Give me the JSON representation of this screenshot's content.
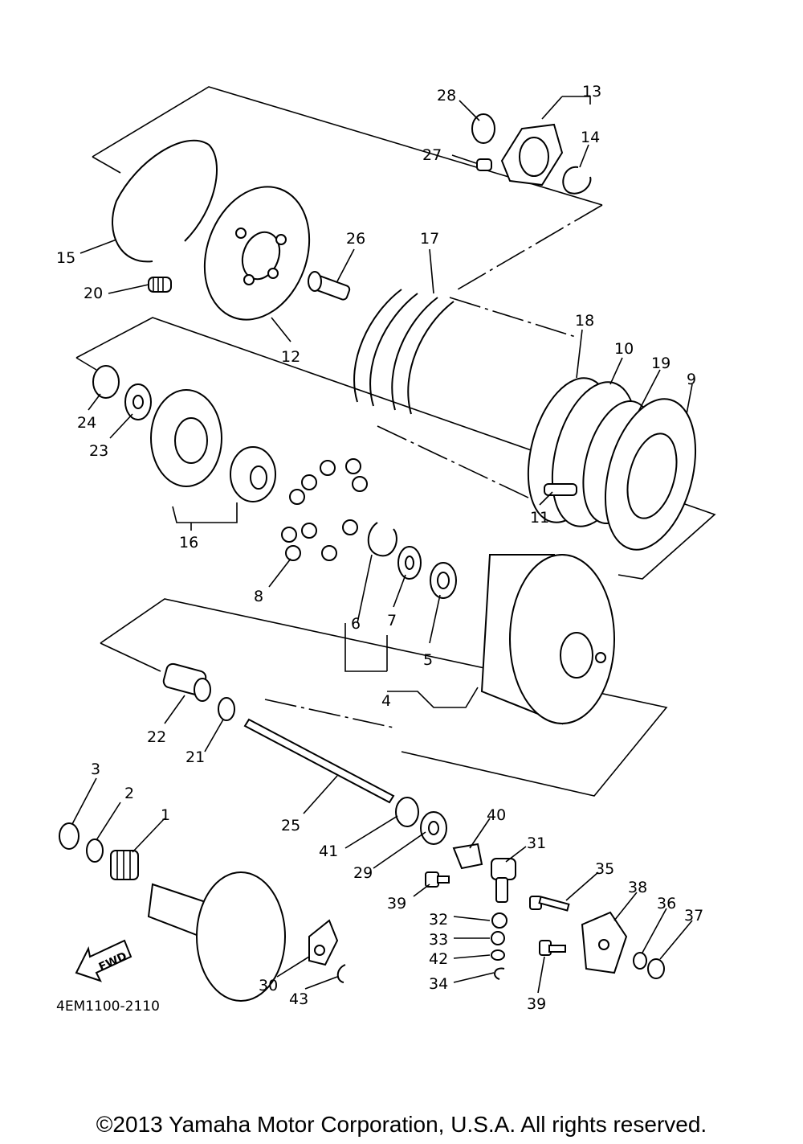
{
  "diagram": {
    "part_labels": [
      "1",
      "2",
      "3",
      "4",
      "5",
      "6",
      "7",
      "8",
      "9",
      "10",
      "11",
      "12",
      "13",
      "14",
      "15",
      "16",
      "17",
      "18",
      "19",
      "20",
      "21",
      "22",
      "23",
      "24",
      "25",
      "26",
      "27",
      "28",
      "29",
      "30",
      "31",
      "32",
      "33",
      "34",
      "35",
      "36",
      "37",
      "38",
      "39",
      "39",
      "40",
      "41",
      "42",
      "43"
    ],
    "fwd_label": "FWD",
    "diagram_code": "4EM1100-2110"
  },
  "footer": {
    "copyright": "©2013 Yamaha Motor Corporation, U.S.A. All rights reserved."
  }
}
